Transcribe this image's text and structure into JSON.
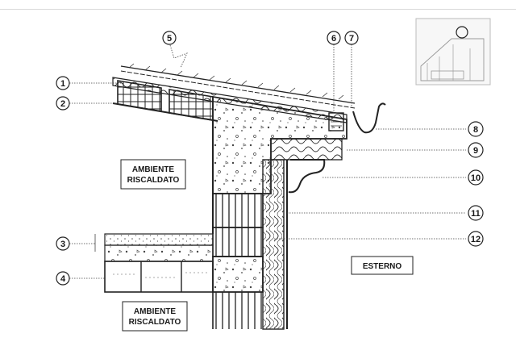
{
  "markers": [
    {
      "id": "1",
      "label": "1"
    },
    {
      "id": "2",
      "label": "2"
    },
    {
      "id": "3",
      "label": "3"
    },
    {
      "id": "4",
      "label": "4"
    },
    {
      "id": "5",
      "label": "5"
    },
    {
      "id": "6",
      "label": "6"
    },
    {
      "id": "7",
      "label": "7"
    },
    {
      "id": "8",
      "label": "8"
    },
    {
      "id": "9",
      "label": "9"
    },
    {
      "id": "10",
      "label": "10"
    },
    {
      "id": "11",
      "label": "11"
    },
    {
      "id": "12",
      "label": "12"
    }
  ],
  "rooms": {
    "upper_line1": "AMBIENTE",
    "upper_line2": "RISCALDATO",
    "lower_line1": "AMBIENTE",
    "lower_line2": "RISCALDATO",
    "exterior": "ESTERNO"
  }
}
